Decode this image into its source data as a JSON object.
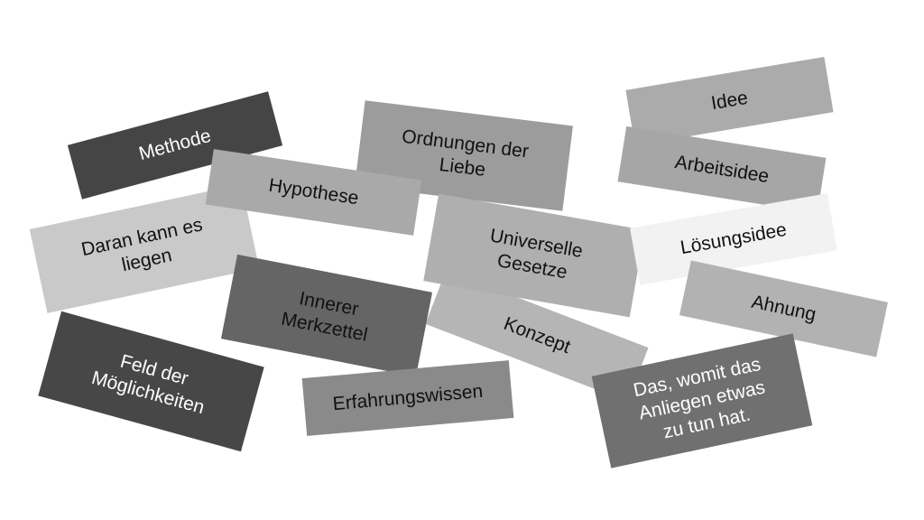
{
  "cards": [
    {
      "id": "methode",
      "text": "Methode",
      "color": "#454545",
      "text_color": "#ffffff"
    },
    {
      "id": "ordnungen",
      "text": "Ordnungen der Liebe",
      "color": "#9c9c9c",
      "text_color": "#111111"
    },
    {
      "id": "daran",
      "text": "Daran kann es liegen",
      "color": "#c9c9c9",
      "text_color": "#111111"
    },
    {
      "id": "hypothese",
      "text": "Hypothese",
      "color": "#a9a9a9",
      "text_color": "#111111"
    },
    {
      "id": "konzept",
      "text": "Konzept",
      "color": "#b5b5b5",
      "text_color": "#111111"
    },
    {
      "id": "universelle",
      "text": "Universelle Gesetze",
      "color": "#afafaf",
      "text_color": "#111111"
    },
    {
      "id": "innerer",
      "text": "Innerer Merkzettel",
      "color": "#656565",
      "text_color": "#111111"
    },
    {
      "id": "feld",
      "text": "Feld der Möglichkeiten",
      "color": "#474747",
      "text_color": "#ffffff"
    },
    {
      "id": "erfahrung",
      "text": "Erfahrungswissen",
      "color": "#8a8a8a",
      "text_color": "#111111"
    },
    {
      "id": "idee",
      "text": "Idee",
      "color": "#ababab",
      "text_color": "#111111"
    },
    {
      "id": "arbeitsidee",
      "text": "Arbeitsidee",
      "color": "#a6a6a6",
      "text_color": "#111111"
    },
    {
      "id": "loesungsidee",
      "text": "Lösungsidee",
      "color": "#f2f2f2",
      "text_color": "#111111"
    },
    {
      "id": "ahnung",
      "text": "Ahnung",
      "color": "#b2b2b2",
      "text_color": "#111111"
    },
    {
      "id": "das-womit",
      "text": "Das, womit das Anliegen etwas zu tun hat.",
      "color": "#707070",
      "text_color": "#ffffff"
    }
  ]
}
